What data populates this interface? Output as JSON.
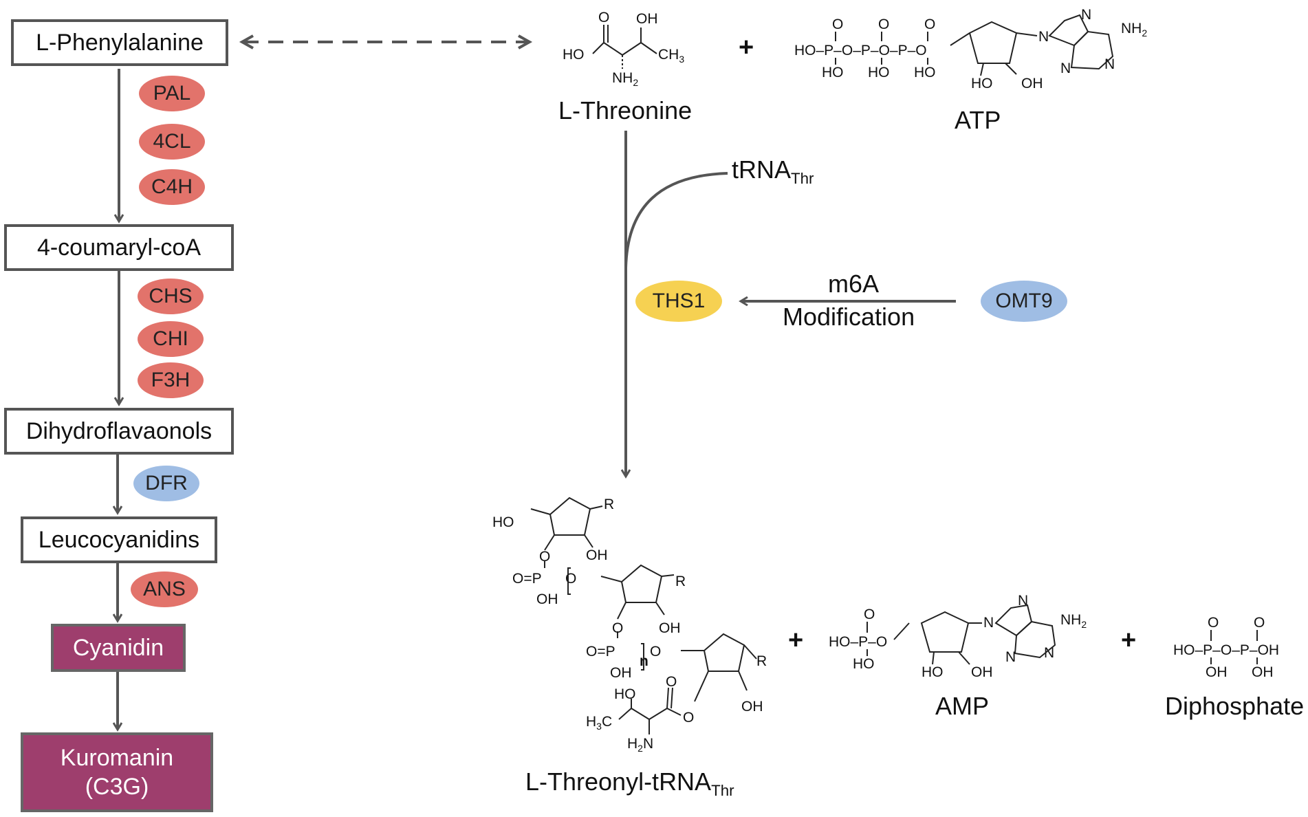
{
  "pathway": {
    "l_phenylalanine": "L-Phenylalanine",
    "coumaryl_coa": "4-coumaryl-coA",
    "dihydroflavaonols": "Dihydroflavaonols",
    "leucocyanidins": "Leucocyanidins",
    "cyanidin": "Cyanidin",
    "kuromanin_line1": "Kuromanin",
    "kuromanin_line2": "(C3G)"
  },
  "enzymes": {
    "pal": "PAL",
    "c4l": "4CL",
    "c4h": "C4H",
    "chs": "CHS",
    "chi": "CHI",
    "f3h": "F3H",
    "dfr": "DFR",
    "ans": "ANS",
    "ths1": "THS1",
    "omt9": "OMT9"
  },
  "reaction": {
    "l_threonine": "L-Threonine",
    "atp": "ATP",
    "trna_base": "tRNA",
    "trna_sub": "Thr",
    "m6a": "m6A",
    "modification": "Modification",
    "product_base": "L-Threonyl-tRNA",
    "product_sub": "Thr",
    "amp": "AMP",
    "diphosphate": "Diphosphate",
    "plus": "+"
  },
  "colors": {
    "red_enzyme": "#e2736b",
    "blue_enzyme": "#9fbde4",
    "yellow_enzyme": "#f6d152",
    "purple_box": "#9e3e6d",
    "arrow": "#555555"
  }
}
